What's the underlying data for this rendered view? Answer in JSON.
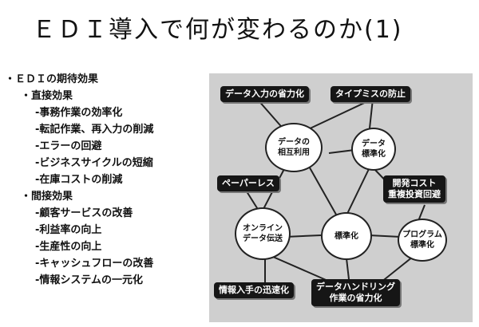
{
  "slide": {
    "title": "ＥＤＩ導入で何が変わるのか(1)"
  },
  "outline": {
    "heading": "・ＥＤＩの期待効果",
    "direct": {
      "label": "・直接効果",
      "items": [
        "-事務作業の効率化",
        "-転記作業、再入力の削減",
        "-エラーの回避",
        "-ビジネスサイクルの短縮",
        "-在庫コストの削減"
      ]
    },
    "indirect": {
      "label": "・間接効果",
      "items": [
        "-顧客サービスの改善",
        "-利益率の向上",
        "-生産性の向上",
        "-キャッシュフローの改善",
        "-情報システムの一元化"
      ]
    }
  },
  "diagram": {
    "boxes": {
      "data_entry_saving": "データ入力の省力化",
      "typo_prevention": "タイプミスの防止",
      "paperless": "ペーパーレス",
      "dev_cost_1": "開発コスト",
      "dev_cost_2": "重複投資回避",
      "info_speed": "情報入手の迅速化",
      "handling_1": "データハンドリング",
      "handling_2": "作業の省力化"
    },
    "circles": {
      "mutual_use_1": "データの",
      "mutual_use_2": "相互利用",
      "data_std_1": "データ",
      "data_std_2": "標準化",
      "online_1": "オンライン",
      "online_2": "データ伝送",
      "std": "標準化",
      "program_std_1": "プログラム",
      "program_std_2": "標準化"
    },
    "colors": {
      "background": "#cfcfcf",
      "box_fill": "#161616",
      "circle_fill": "#ffffff"
    }
  }
}
